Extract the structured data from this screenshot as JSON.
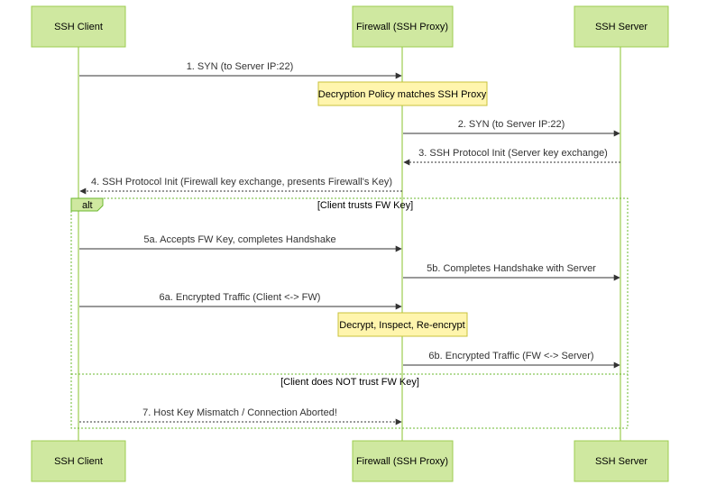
{
  "actors": [
    {
      "id": "client",
      "label": "SSH Client"
    },
    {
      "id": "firewall",
      "label": "Firewall (SSH Proxy)"
    },
    {
      "id": "server",
      "label": "SSH Server"
    }
  ],
  "messages": [
    {
      "id": "m1",
      "text": "1. SYN (to Server IP:22)",
      "from": "client",
      "to": "firewall",
      "style": "solid"
    },
    {
      "id": "m2",
      "text": "2. SYN (to Server IP:22)",
      "from": "firewall",
      "to": "server",
      "style": "solid"
    },
    {
      "id": "m3",
      "text": "3. SSH Protocol Init (Server key exchange)",
      "from": "server",
      "to": "firewall",
      "style": "dashed"
    },
    {
      "id": "m4",
      "text": "4. SSH Protocol Init (Firewall key exchange, presents Firewall's Key)",
      "from": "firewall",
      "to": "client",
      "style": "dashed"
    },
    {
      "id": "m5a",
      "text": "5a. Accepts FW Key, completes Handshake",
      "from": "client",
      "to": "firewall",
      "style": "solid"
    },
    {
      "id": "m5b",
      "text": "5b. Completes Handshake with Server",
      "from": "firewall",
      "to": "server",
      "style": "solid"
    },
    {
      "id": "m6a",
      "text": "6a. Encrypted Traffic (Client <-> FW)",
      "from": "client",
      "to": "firewall",
      "style": "solid"
    },
    {
      "id": "m6b",
      "text": "6b. Encrypted Traffic (FW <-> Server)",
      "from": "firewall",
      "to": "server",
      "style": "solid"
    },
    {
      "id": "m7",
      "text": "7. Host Key Mismatch / Connection Aborted!",
      "from": "client",
      "to": "firewall",
      "style": "dashed"
    }
  ],
  "notes": [
    {
      "id": "n1",
      "text": "Decryption Policy matches SSH Proxy"
    },
    {
      "id": "n2",
      "text": "Decrypt, Inspect, Re-encrypt"
    }
  ],
  "alt_frame": {
    "label": "alt",
    "condition_1": "[Client trusts FW Key]",
    "condition_2": "[Client does NOT trust FW Key]"
  },
  "colors": {
    "actor_fill": "#cfe8a0",
    "actor_border": "#9ccd4f",
    "note_fill": "#fff5ad",
    "note_border": "#c8c23c",
    "frame_border": "#6bb82f"
  }
}
